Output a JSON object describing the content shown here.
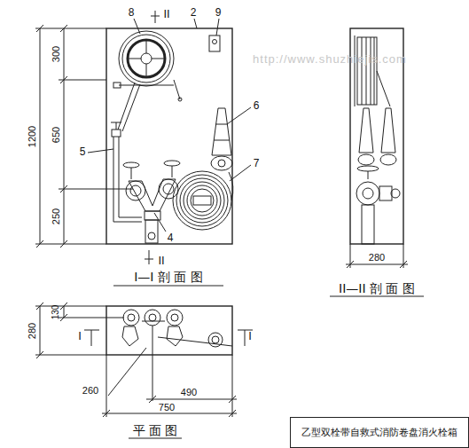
{
  "diagram": {
    "nodes": [
      {
        "text": [
          "乙型双栓带自救式消防卷盘消火栓箱"
        ]
      }
    ],
    "labels": [
      "8",
      "II",
      "2",
      "9",
      "300",
      "650",
      "250",
      "1200",
      "5",
      "6",
      "7",
      "4",
      "II",
      "I—I 剖 面 图",
      "280",
      "II—II 剖 面 图",
      "130",
      "280",
      "I",
      "I",
      "260",
      "490",
      "750",
      "平 面 图",
      "http://www.shuzhiejis.com"
    ]
  }
}
